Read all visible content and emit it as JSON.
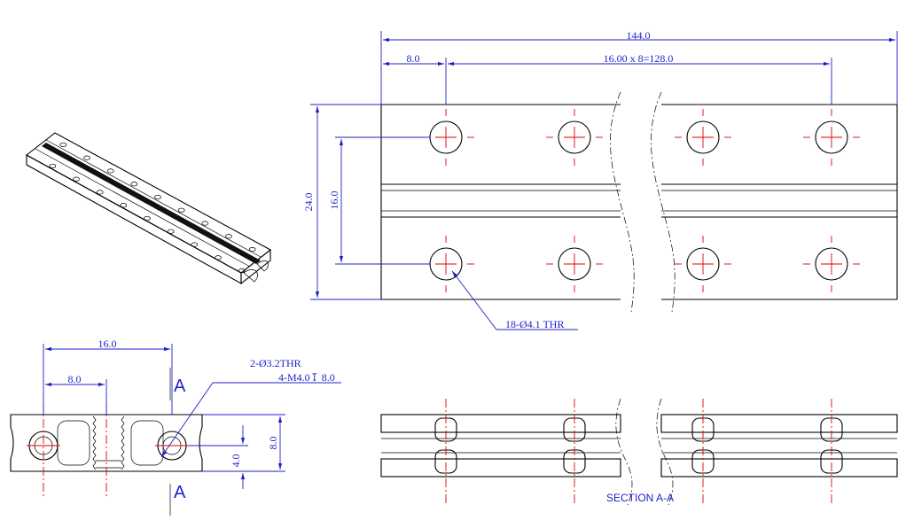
{
  "top_view": {
    "overall_length": "144.0",
    "first_pitch": "8.0",
    "pitch_spec": "16.00 x 8=128.0",
    "overall_width": "24.0",
    "row_spacing": "16.0",
    "hole_callout": "18-Ø4.1 THR"
  },
  "end_view": {
    "width_dim": "16.0",
    "half_dim": "8.0",
    "height_dim": "8.0",
    "half_height_dim": "4.0",
    "hole_callout_1": "2-Ø3.2THR",
    "hole_callout_2": "4-M4.0↧ 8.0",
    "section_mark_top": "A",
    "section_mark_bottom": "A"
  },
  "section_view": {
    "label": "SECTION A-A"
  }
}
